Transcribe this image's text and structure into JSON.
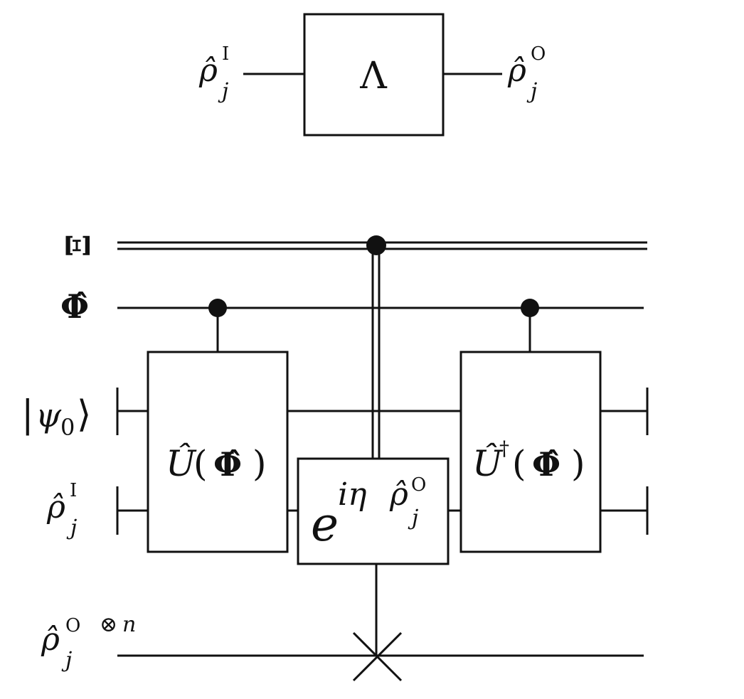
{
  "channel": {
    "input_base": "ρ̂",
    "input_sup": "I",
    "input_sub": "j",
    "gate_label": "Λ",
    "output_base": "ρ̂",
    "output_sup": "O",
    "output_sub": "j"
  },
  "circuit": {
    "wires": {
      "xi": {
        "label": "Ξ"
      },
      "phi": {
        "label": "Φ̂"
      },
      "psi0": {
        "left": "|",
        "ket_body": "ψ",
        "ket_sub": "0",
        "right": "⟩"
      },
      "rho_in": {
        "base": "ρ̂",
        "sup": "I",
        "sub": "j"
      },
      "rho_out_n": {
        "base": "ρ̂",
        "sup": "O",
        "sub": "j",
        "tensor": "⊗",
        "power": "n"
      }
    },
    "gates": {
      "unitary": {
        "base": "Û",
        "open": "(",
        "arg": "Φ̂",
        "close": ")"
      },
      "exponential": {
        "base": "e",
        "exponent_prefix": "iη",
        "exponent_base": "ρ̂",
        "exponent_sup": "O",
        "exponent_sub": "j"
      },
      "unitary_dagger": {
        "base": "Û",
        "dagger": "†",
        "open": "(",
        "arg": "Φ̂",
        "close": ")"
      }
    }
  }
}
